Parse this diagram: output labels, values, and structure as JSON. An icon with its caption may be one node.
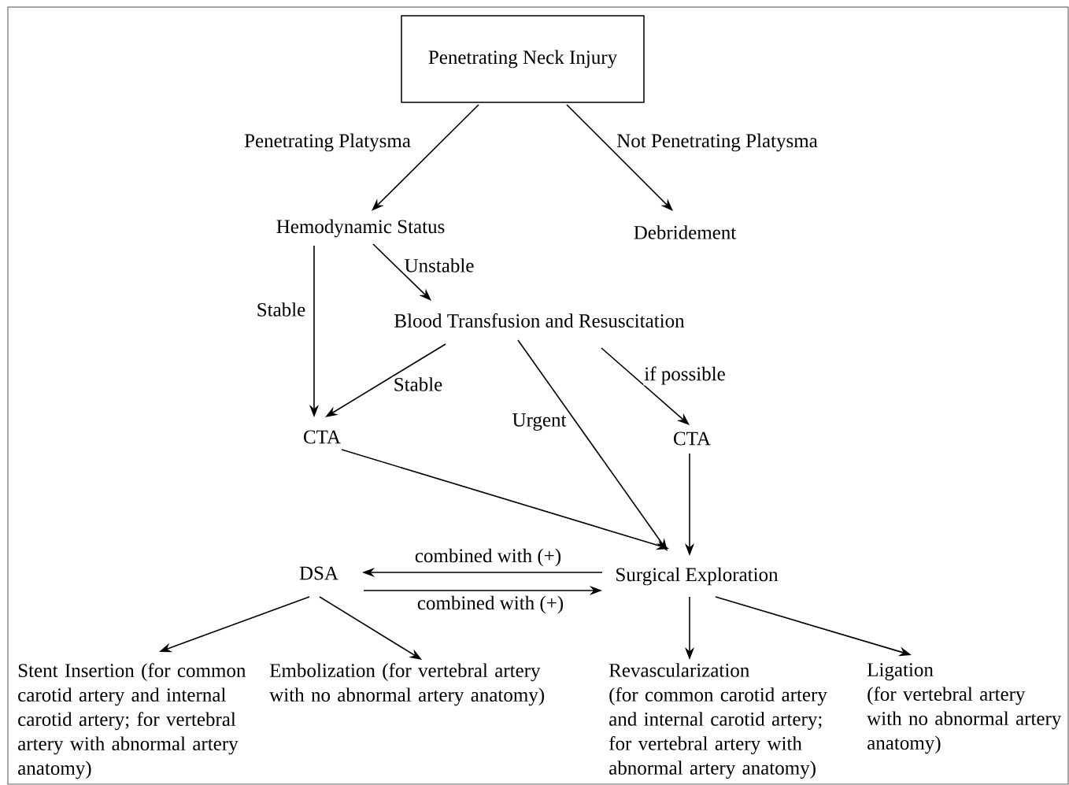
{
  "diagram": {
    "nodes": [
      {
        "text": [
          "Penetrating Neck Injury"
        ]
      },
      {
        "text": [
          "Hemodynamic Status"
        ]
      },
      {
        "text": [
          "Debridement"
        ]
      },
      {
        "text": [
          "Blood Transfusion and Resuscitation"
        ]
      },
      {
        "text": [
          "CTA"
        ]
      },
      {
        "text": [
          "CTA"
        ]
      },
      {
        "text": [
          "DSA"
        ]
      },
      {
        "text": [
          "Surgical Exploration"
        ]
      },
      {
        "text": [
          "Stent Insertion (for common carotid artery and internal carotid artery; for vertebral artery with abnormal artery anatomy)"
        ]
      },
      {
        "text": [
          "Embolization (for vertebral artery with no abnormal artery anatomy)"
        ]
      },
      {
        "text": [
          "Revascularization",
          "(for common carotid artery and internal carotid artery; for vertebral artery with abnormal artery anatomy)"
        ]
      },
      {
        "text": [
          "Ligation",
          "(for vertebral artery with no abnormal artery anatomy)"
        ]
      }
    ],
    "edges": [
      {
        "from": 0,
        "to": 1,
        "arrow": "to",
        "label": "Penetrating Platysma"
      },
      {
        "from": 0,
        "to": 2,
        "arrow": "to",
        "label": "Not Penetrating Platysma"
      },
      {
        "from": 1,
        "to": 4,
        "arrow": "to",
        "label": "Stable"
      },
      {
        "from": 1,
        "to": 3,
        "arrow": "to",
        "label": "Unstable"
      },
      {
        "from": 3,
        "to": 4,
        "arrow": "to",
        "label": "Stable"
      },
      {
        "from": 3,
        "to": 7,
        "arrow": "to",
        "label": "Urgent"
      },
      {
        "from": 3,
        "to": 5,
        "arrow": "to",
        "label": "if possible"
      },
      {
        "from": 4,
        "to": 7,
        "arrow": "to"
      },
      {
        "from": 5,
        "to": 7,
        "arrow": "to"
      },
      {
        "from": 7,
        "to": 6,
        "arrow": "to",
        "label": "combined with (+)"
      },
      {
        "from": 6,
        "to": 7,
        "arrow": "to",
        "label": "combined with (+)"
      },
      {
        "from": 6,
        "to": 8,
        "arrow": "to"
      },
      {
        "from": 6,
        "to": 9,
        "arrow": "to"
      },
      {
        "from": 7,
        "to": 10,
        "arrow": "to"
      },
      {
        "from": 7,
        "to": 11,
        "arrow": "to"
      }
    ]
  }
}
